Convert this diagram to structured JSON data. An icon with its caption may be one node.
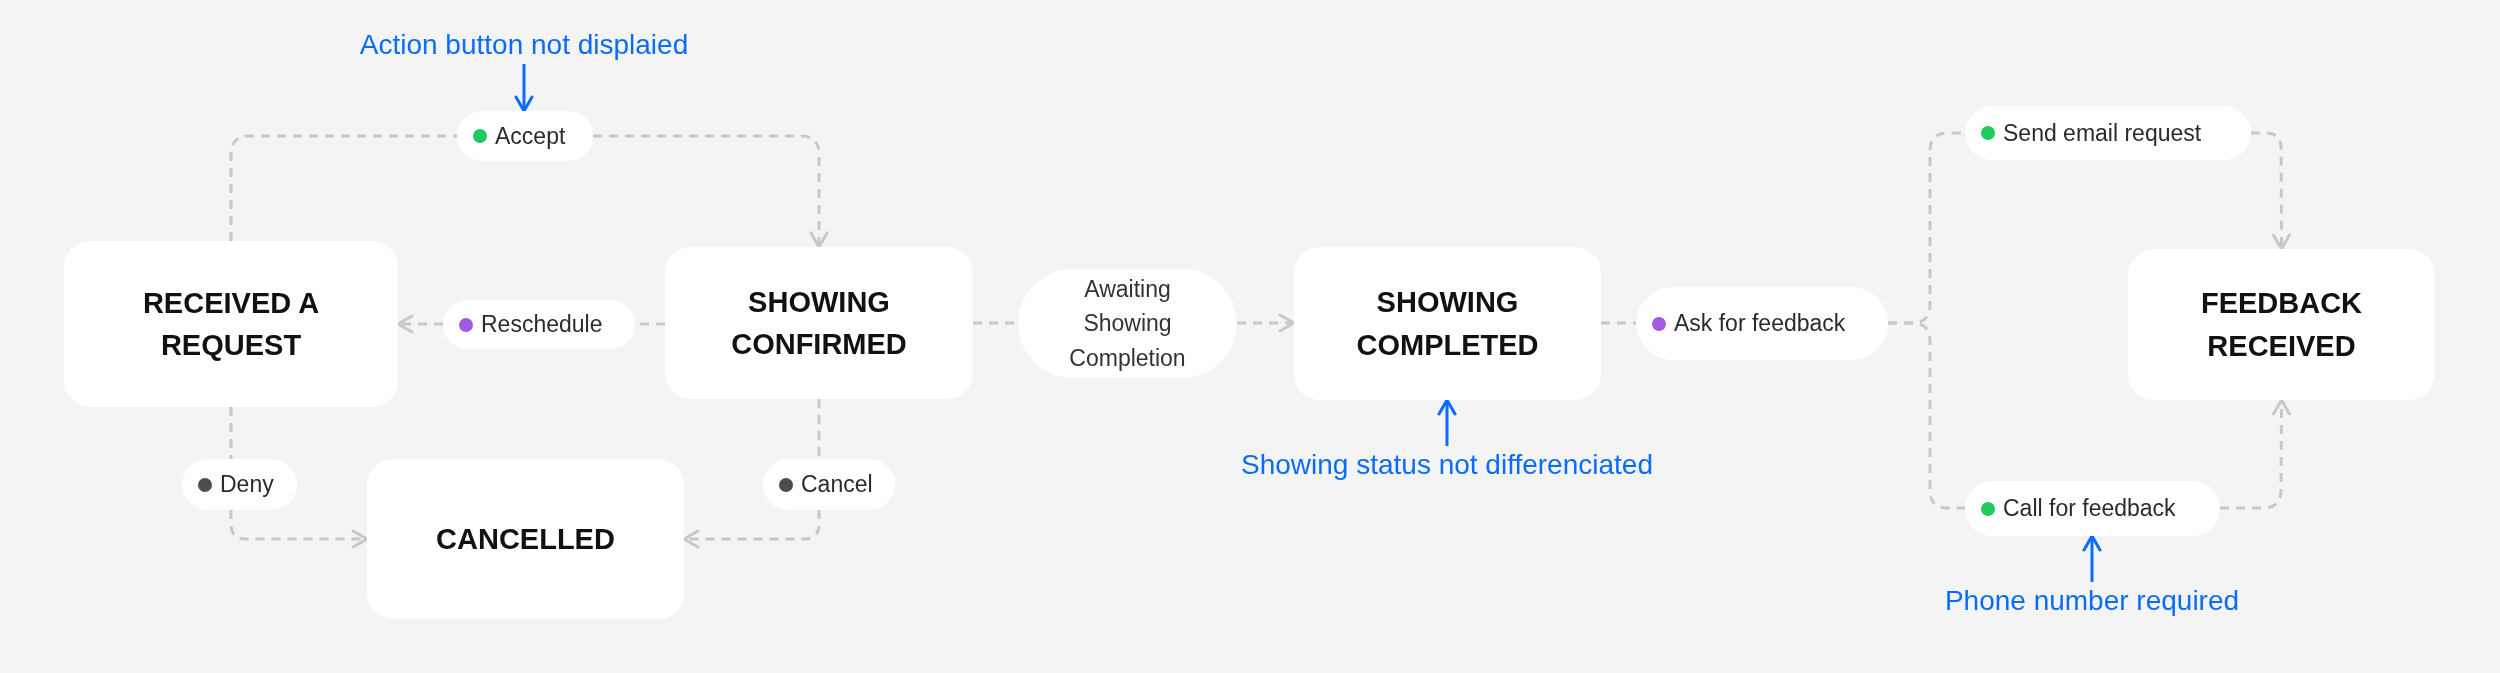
{
  "diagram": {
    "nodes": [
      {
        "text": [
          "Action button not displaied"
        ]
      },
      {
        "text": [
          "Accept"
        ]
      },
      {
        "text": [
          "RECEIVED A REQUEST"
        ]
      },
      {
        "text": [
          "Reschedule"
        ]
      },
      {
        "text": [
          "SHOWING CONFIRMED"
        ]
      },
      {
        "text": [
          "Awaiting Showing Completion"
        ]
      },
      {
        "text": [
          "SHOWING COMPLETED"
        ]
      },
      {
        "text": [
          "Ask for feedback"
        ]
      },
      {
        "text": [
          "Send email request"
        ]
      },
      {
        "text": [
          "FEEDBACK RECEIVED"
        ]
      },
      {
        "text": [
          "Deny"
        ]
      },
      {
        "text": [
          "Cancel"
        ]
      },
      {
        "text": [
          "CANCELLED"
        ]
      },
      {
        "text": [
          "Call for feedback"
        ]
      },
      {
        "text": [
          "Showing status not differenciated"
        ]
      },
      {
        "text": [
          "Phone number required"
        ]
      }
    ],
    "edges": [
      {
        "from": 2,
        "to": 1,
        "arrow": "none",
        "style": "dashed"
      },
      {
        "from": 1,
        "to": 4,
        "arrow": "to",
        "style": "dashed"
      },
      {
        "from": 4,
        "to": 3,
        "arrow": "none",
        "style": "dashed"
      },
      {
        "from": 3,
        "to": 2,
        "arrow": "to",
        "style": "dashed"
      },
      {
        "from": 4,
        "to": 5,
        "arrow": "none",
        "style": "dashed"
      },
      {
        "from": 5,
        "to": 6,
        "arrow": "to",
        "style": "dashed"
      },
      {
        "from": 6,
        "to": 7,
        "arrow": "none",
        "style": "dashed"
      },
      {
        "from": 7,
        "to": 8,
        "arrow": "none",
        "style": "dashed"
      },
      {
        "from": 7,
        "to": 13,
        "arrow": "none",
        "style": "dashed"
      },
      {
        "from": 8,
        "to": 9,
        "arrow": "to",
        "style": "dashed"
      },
      {
        "from": 13,
        "to": 9,
        "arrow": "to",
        "style": "dashed"
      },
      {
        "from": 2,
        "to": 10,
        "arrow": "none",
        "style": "dashed"
      },
      {
        "from": 10,
        "to": 12,
        "arrow": "to",
        "style": "dashed"
      },
      {
        "from": 4,
        "to": 11,
        "arrow": "none",
        "style": "dashed"
      },
      {
        "from": 11,
        "to": 12,
        "arrow": "to",
        "style": "dashed"
      },
      {
        "from": 0,
        "to": 1,
        "arrow": "to",
        "color": "#0a6cff"
      },
      {
        "from": 14,
        "to": 6,
        "arrow": "to",
        "color": "#0a6cff"
      },
      {
        "from": 15,
        "to": 13,
        "arrow": "to",
        "color": "#0a6cff"
      }
    ]
  }
}
